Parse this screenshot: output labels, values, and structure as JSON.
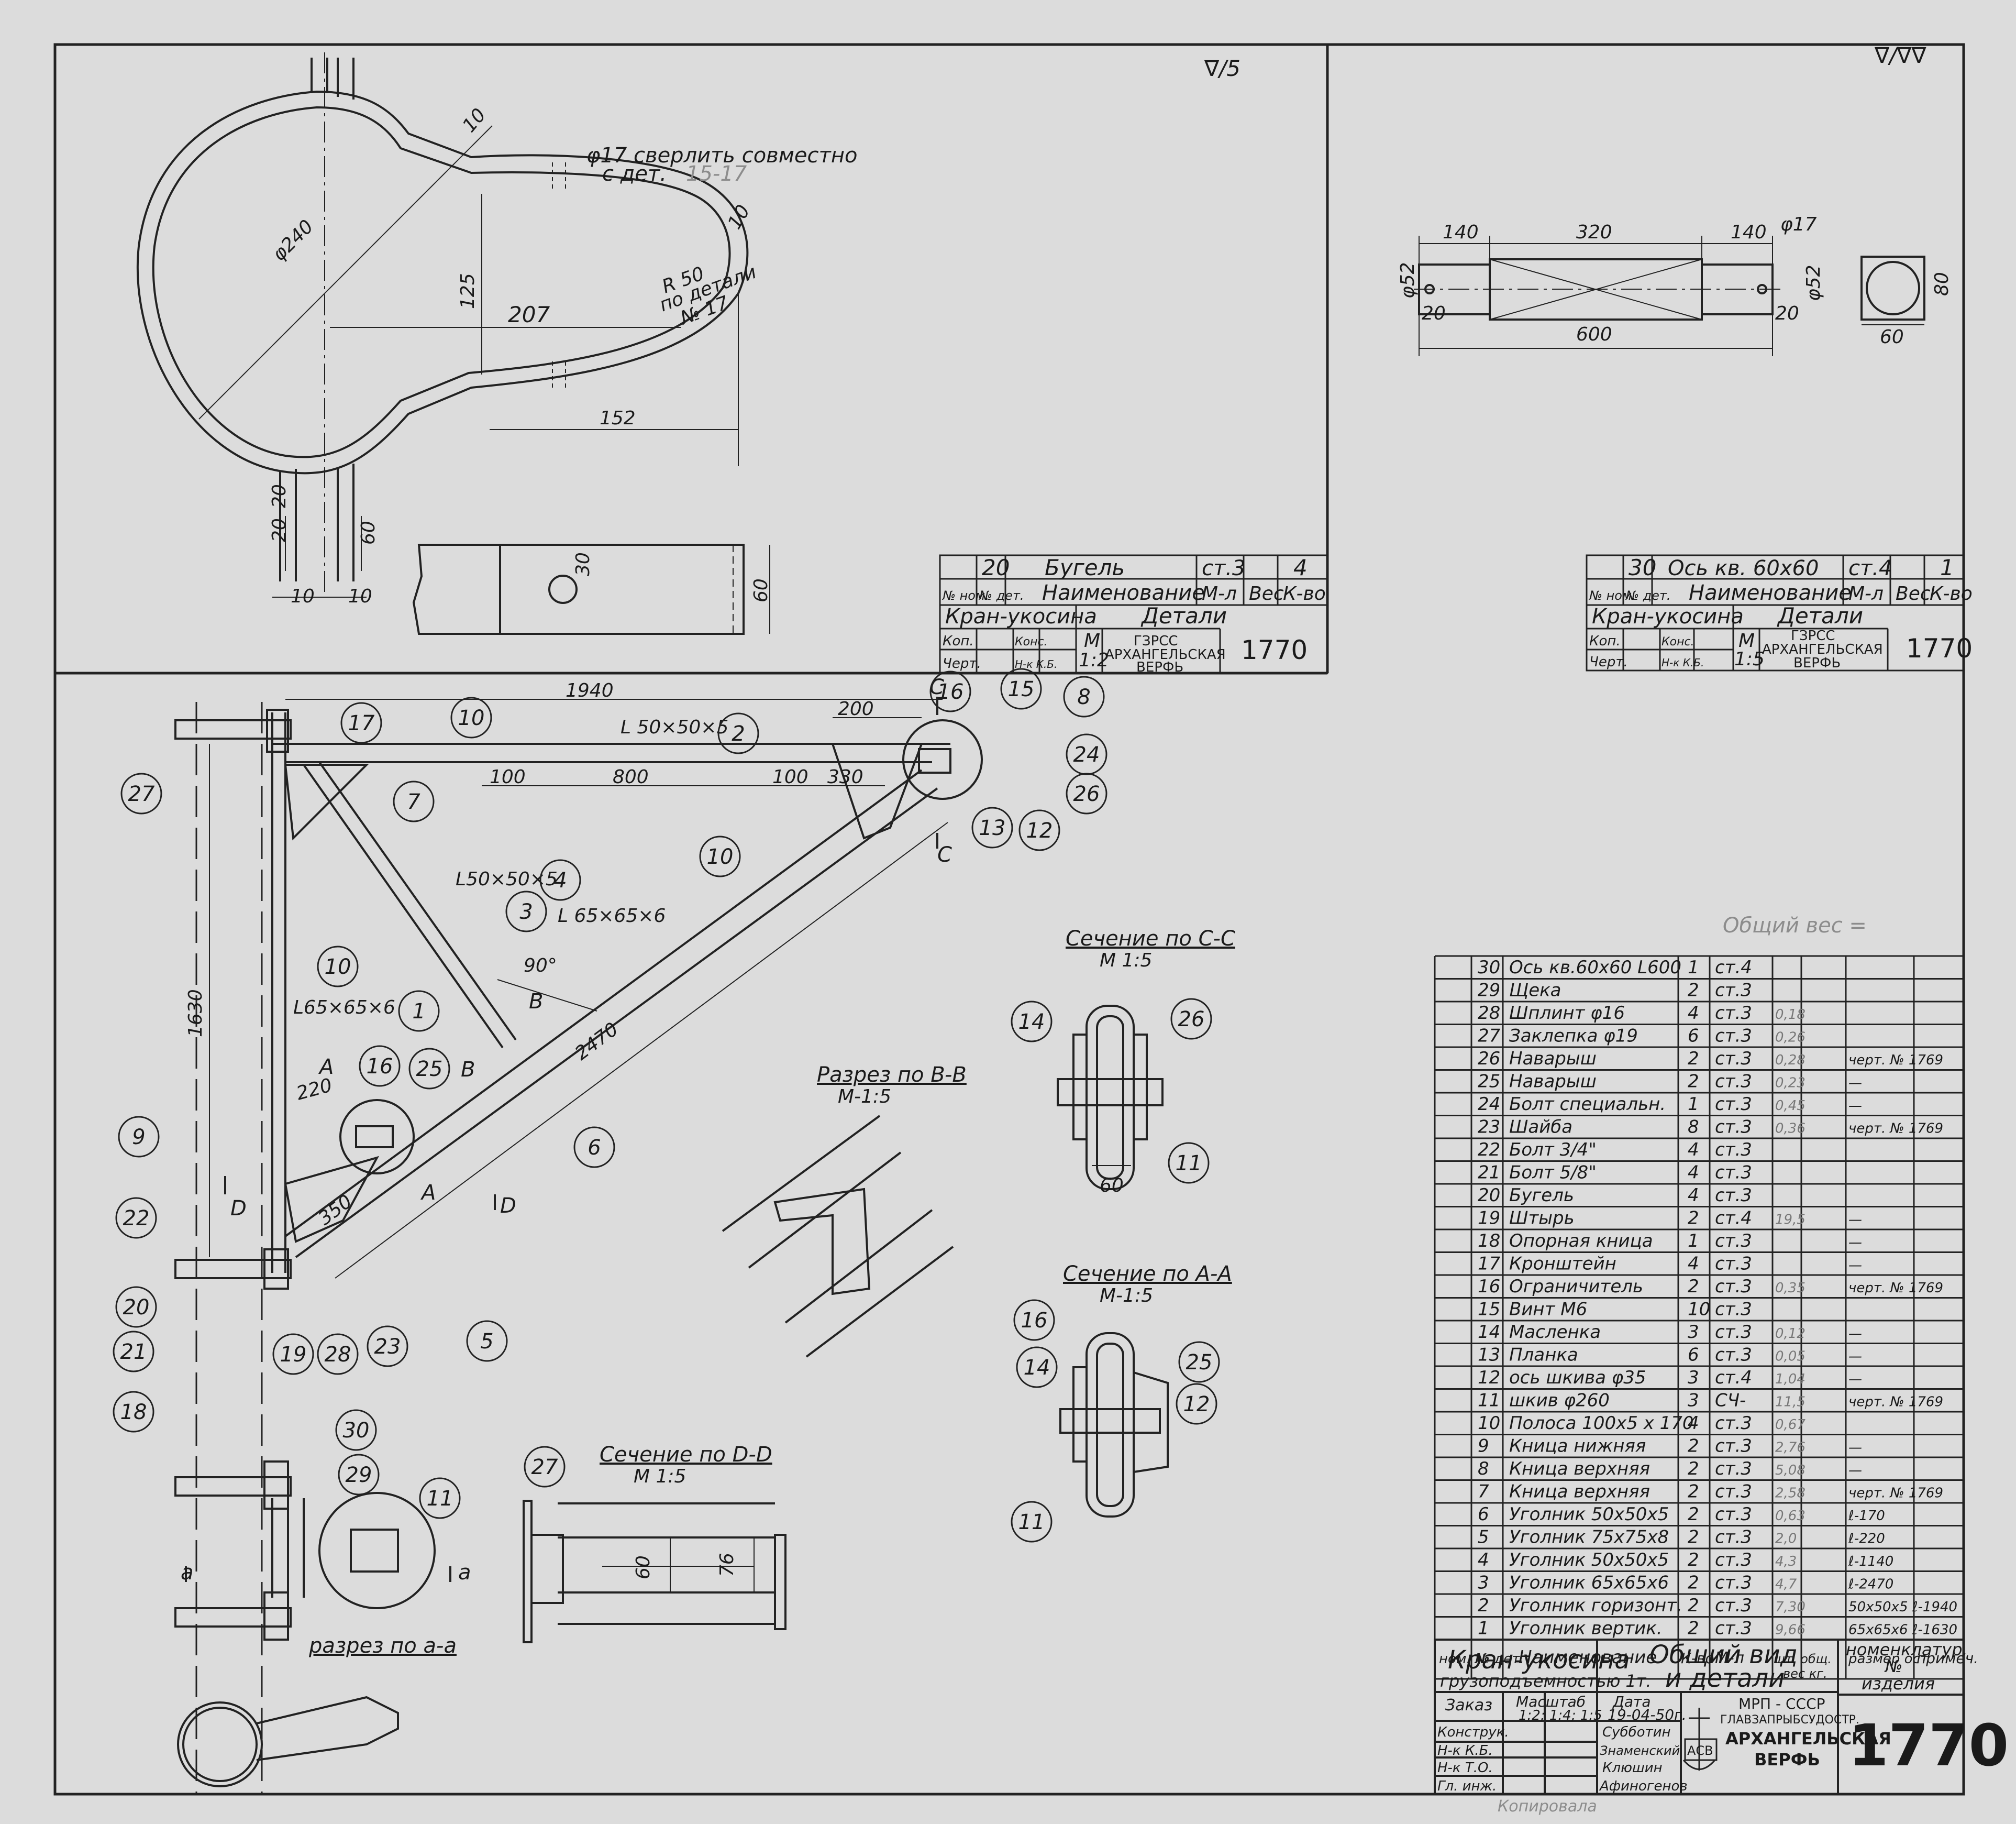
{
  "sheet_number": "1770",
  "surface_marks": {
    "left": "∇/5",
    "right": "∇/∇∇"
  },
  "pencil_note": "Общий вес =",
  "copied_by": "Копировала",
  "detail20": {
    "dims": {
      "d240": "φ240",
      "r10a": "10",
      "r10b": "10",
      "drill": "φ17 сверлить совместно",
      "drill2": "с дет.",
      "drill_ref": "15-17",
      "r50": "R 50",
      "r50b": "по детали",
      "r50c": "№ 17",
      "d125": "125",
      "d207": "207",
      "d152": "152",
      "d20a": "20",
      "d20b": "20",
      "d60": "60",
      "d10a": "10",
      "d10b": "10",
      "d30": "30",
      "d60b": "60"
    },
    "title_block": {
      "pos": "20",
      "name": "Бугель",
      "material": "ст.3",
      "qty": "4",
      "h_pos": "№ дет.",
      "h_num": "№ ном.",
      "h_name": "Наименование",
      "h_mat": "М-л",
      "h_weight": "Вес",
      "h_qty": "К-во",
      "product": "Кран-укосина",
      "type": "Детали",
      "r_kop": "Коп.",
      "r_chert": "Черт.",
      "r_kons": "Конс.",
      "r_nk": "Н-к К.Б.",
      "scale_m": "М",
      "scale": "1:2",
      "org1": "ГЗРСС",
      "org2": "АРХАНГЕЛЬСКАЯ",
      "org3": "ВЕРФЬ",
      "number": "1770"
    }
  },
  "detail30": {
    "dims": {
      "d140a": "140",
      "d320": "320",
      "d140b": "140",
      "d17": "φ17",
      "d52a": "φ52",
      "d52b": "φ52",
      "d80": "80",
      "d60": "60",
      "d20a": "20",
      "d20b": "20",
      "d600": "600"
    },
    "title_block": {
      "pos": "30",
      "name": "Ось кв. 60х60",
      "material": "ст.4",
      "qty": "1",
      "h_pos": "№ дет.",
      "h_num": "№ ном.",
      "h_name": "Наименование",
      "h_mat": "М-л",
      "h_weight": "Вес",
      "h_qty": "К-во",
      "product": "Кран-укосина",
      "type": "Детали",
      "r_kop": "Коп.",
      "r_chert": "Черт.",
      "r_kons": "Конс.",
      "r_nk": "Н-к К.Б.",
      "scale_m": "М",
      "scale": "1:5",
      "org1": "ГЗРСС",
      "org2": "АРХАНГЕЛЬСКАЯ",
      "org3": "ВЕРФЬ",
      "number": "1770"
    }
  },
  "general_view": {
    "dims": {
      "d1940": "1940",
      "d200": "200",
      "d100a": "100",
      "d800": "800",
      "d100b": "100",
      "d330": "330",
      "d1630": "1630",
      "d2470": "2470",
      "d220": "220",
      "d350": "350",
      "angle": "90°",
      "c": "C",
      "c2": "C",
      "a": "A",
      "a2": "A",
      "b": "B",
      "b2": "B",
      "d": "D",
      "d2": "D",
      "sa": "a",
      "sa2": "a"
    },
    "profiles": {
      "p2": "L 50×50×5",
      "p4": "L50×50×5",
      "p3": "L 65×65×6",
      "p1": "L65×65×6"
    },
    "sections": {
      "cc": {
        "title": "Сечение по C-C",
        "scale": "М 1:5",
        "dim": "60"
      },
      "bb": {
        "title": "Разрез по B-B",
        "scale": "М-1:5"
      },
      "aa": {
        "title": "Сечение по А-А",
        "scale": "М-1:5"
      },
      "dd": {
        "title": "Сечение по D-D",
        "scale": "М 1:5",
        "dim1": "60",
        "dim2": "76"
      },
      "aa2": {
        "title": "разрез по а-а"
      }
    }
  },
  "balloons": [
    "27",
    "17",
    "10",
    "2",
    "16",
    "15",
    "8",
    "24",
    "26",
    "13",
    "12",
    "7",
    "4",
    "3",
    "10",
    "10",
    "1",
    "16",
    "25",
    "9",
    "6",
    "22",
    "20",
    "21",
    "18",
    "19",
    "28",
    "23",
    "5",
    "30",
    "29",
    "11",
    "27",
    "14",
    "26",
    "11",
    "16",
    "14",
    "25",
    "12",
    "11"
  ],
  "bom": {
    "rows": [
      {
        "no": "30",
        "name": "Ось кв.60х60 L600",
        "qty": "1",
        "mat": "ст.4",
        "w": "",
        "note": ""
      },
      {
        "no": "29",
        "name": "Щека",
        "qty": "2",
        "mat": "ст.3",
        "w": "",
        "note": ""
      },
      {
        "no": "28",
        "name": "Шплинт φ16",
        "qty": "4",
        "mat": "ст.3",
        "w": "0,18",
        "note": ""
      },
      {
        "no": "27",
        "name": "Заклепка φ19",
        "qty": "6",
        "mat": "ст.3",
        "w": "0,26",
        "note": ""
      },
      {
        "no": "26",
        "name": "Наварыш",
        "qty": "2",
        "mat": "ст.3",
        "w": "0,28",
        "note": "черт. № 1769"
      },
      {
        "no": "25",
        "name": "Наварыш",
        "qty": "2",
        "mat": "ст.3",
        "w": "0,23",
        "note": "—"
      },
      {
        "no": "24",
        "name": "Болт специальн.",
        "qty": "1",
        "mat": "ст.3",
        "w": "0,45",
        "note": "—"
      },
      {
        "no": "23",
        "name": "Шайба",
        "qty": "8",
        "mat": "ст.3",
        "w": "0,36",
        "note": "черт. № 1769"
      },
      {
        "no": "22",
        "name": "Болт 3/4\"",
        "qty": "4",
        "mat": "ст.3",
        "w": "",
        "note": ""
      },
      {
        "no": "21",
        "name": "Болт 5/8\"",
        "qty": "4",
        "mat": "ст.3",
        "w": "",
        "note": ""
      },
      {
        "no": "20",
        "name": "Бугель",
        "qty": "4",
        "mat": "ст.3",
        "w": "",
        "note": ""
      },
      {
        "no": "19",
        "name": "Штырь",
        "qty": "2",
        "mat": "ст.4",
        "w": "19,5",
        "note": "—"
      },
      {
        "no": "18",
        "name": "Опорная кница",
        "qty": "1",
        "mat": "ст.3",
        "w": "",
        "note": "—"
      },
      {
        "no": "17",
        "name": "Кронштейн",
        "qty": "4",
        "mat": "ст.3",
        "w": "",
        "note": "—"
      },
      {
        "no": "16",
        "name": "Ограничитель",
        "qty": "2",
        "mat": "ст.3",
        "w": "0,35",
        "note": "черт. № 1769"
      },
      {
        "no": "15",
        "name": "Винт М6",
        "qty": "10",
        "mat": "ст.3",
        "w": "",
        "note": ""
      },
      {
        "no": "14",
        "name": "Масленка",
        "qty": "3",
        "mat": "ст.3",
        "w": "0,12",
        "note": "—"
      },
      {
        "no": "13",
        "name": "Планка",
        "qty": "6",
        "mat": "ст.3",
        "w": "0,05",
        "note": "—"
      },
      {
        "no": "12",
        "name": "ось шкива φ35",
        "qty": "3",
        "mat": "ст.4",
        "w": "1,04",
        "note": "—"
      },
      {
        "no": "11",
        "name": "шкив φ260",
        "qty": "3",
        "mat": "СЧ-",
        "w": "11,5",
        "note": "черт. № 1769"
      },
      {
        "no": "10",
        "name": "Полоса 100х5 х 170",
        "qty": "4",
        "mat": "ст.3",
        "w": "0,67",
        "note": ""
      },
      {
        "no": "9",
        "name": "Кница нижняя",
        "qty": "2",
        "mat": "ст.3",
        "w": "2,76",
        "note": "—"
      },
      {
        "no": "8",
        "name": "Кница верхняя",
        "qty": "2",
        "mat": "ст.3",
        "w": "5,08",
        "note": "—"
      },
      {
        "no": "7",
        "name": "Кница верхняя",
        "qty": "2",
        "mat": "ст.3",
        "w": "2,58",
        "note": "черт. № 1769"
      },
      {
        "no": "6",
        "name": "Уголник 50х50х5",
        "qty": "2",
        "mat": "ст.3",
        "w": "0,63",
        "note": "ℓ-170"
      },
      {
        "no": "5",
        "name": "Уголник 75х75х8",
        "qty": "2",
        "mat": "ст.3",
        "w": "2,0",
        "note": "ℓ-220"
      },
      {
        "no": "4",
        "name": "Уголник 50х50х5",
        "qty": "2",
        "mat": "ст.3",
        "w": "4,3",
        "note": "ℓ-1140"
      },
      {
        "no": "3",
        "name": "Уголник 65х65х6",
        "qty": "2",
        "mat": "ст.3",
        "w": "4,7",
        "note": "ℓ-2470"
      },
      {
        "no": "2",
        "name": "Уголник горизонт.",
        "qty": "2",
        "mat": "ст.3",
        "w": "7,30",
        "note": "50х50х5 ℓ-1940"
      },
      {
        "no": "1",
        "name": "Уголник вертик.",
        "qty": "2",
        "mat": "ст.3",
        "w": "9,66",
        "note": "65х65х6 ℓ-1630"
      }
    ],
    "header": {
      "no": "ном. №",
      "det": "№ дет.",
      "name": "Наименование",
      "qty": "К-во",
      "mat": "М-л",
      "w1": "шт. общ.",
      "w2": "вес кг.",
      "size": "размер ост",
      "note": "примеч."
    }
  },
  "main_title": {
    "product": "Кран-укосина",
    "capacity": "грузоподъемностью 1т.",
    "view1": "Общий вид",
    "view2": "и детали",
    "nomen1": "номенклатур.",
    "nomen2": "№",
    "nomen3": "изделия",
    "order": "Заказ",
    "scale_h": "Масштаб",
    "scale": "1:2; 1:4; 1:5",
    "date_h": "Дата",
    "date": "19-04-50г.",
    "r1": "Конструк.",
    "n1": "Субботин",
    "r2": "Н-к К.Б.",
    "n2": "Знаменский",
    "r3": "Н-к Т.О.",
    "n3": "Клюшин",
    "r4": "Гл. инж.",
    "n4": "Афиногенов",
    "org1": "МРП - СССР",
    "org2": "ГЛАВЗАПРЫБСУДОСТР.",
    "org3": "АРХАНГЕЛЬСКАЯ",
    "org4": "ВЕРФЬ",
    "logo": "АСВ",
    "number": "1770"
  }
}
